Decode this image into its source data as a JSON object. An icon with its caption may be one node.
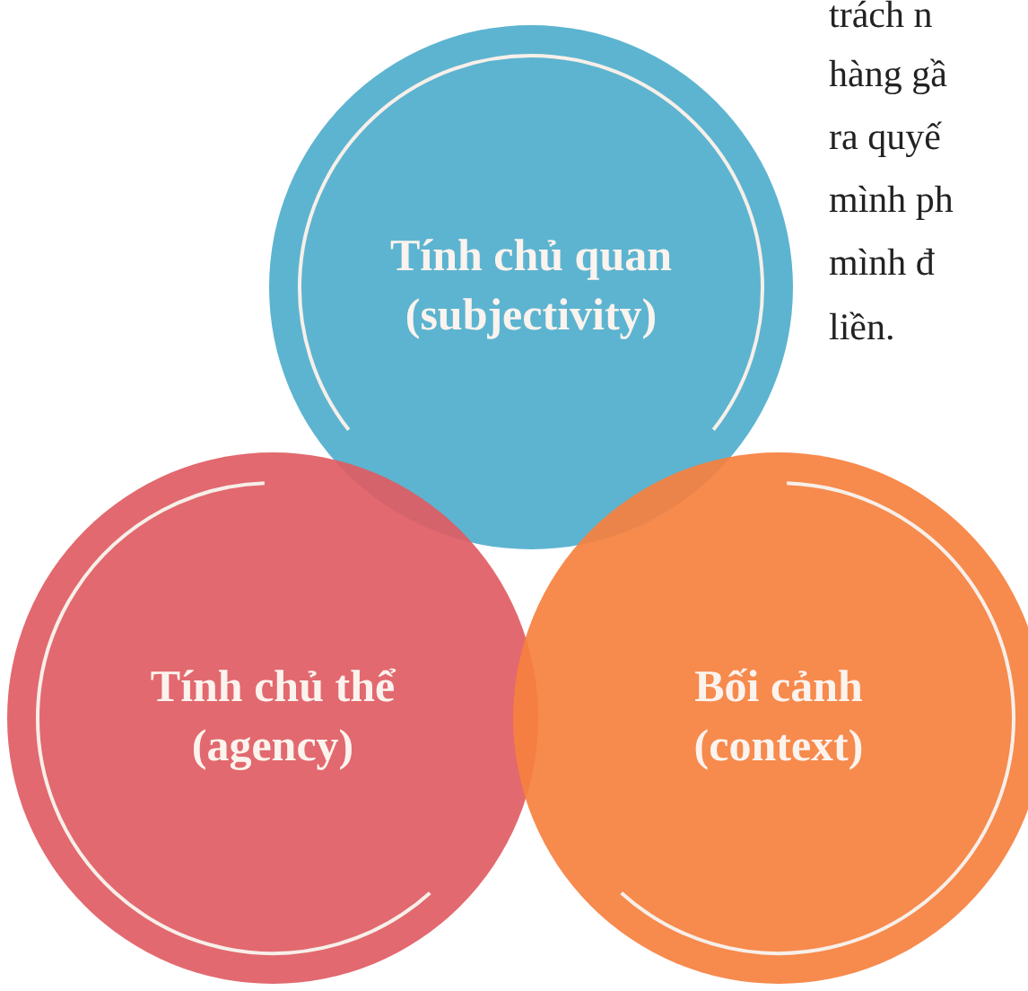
{
  "diagram": {
    "nodes": [
      {
        "text": [
          "Tính chủ quan (subjectivity)"
        ]
      },
      {
        "text": [
          "Tính chủ thể (agency)"
        ]
      },
      {
        "text": [
          "Bối cảnh (context)"
        ]
      }
    ],
    "labels": [
      "trách n",
      "hàng gầ",
      "ra quyế",
      "mình ph",
      "mình đ",
      "liền."
    ]
  }
}
